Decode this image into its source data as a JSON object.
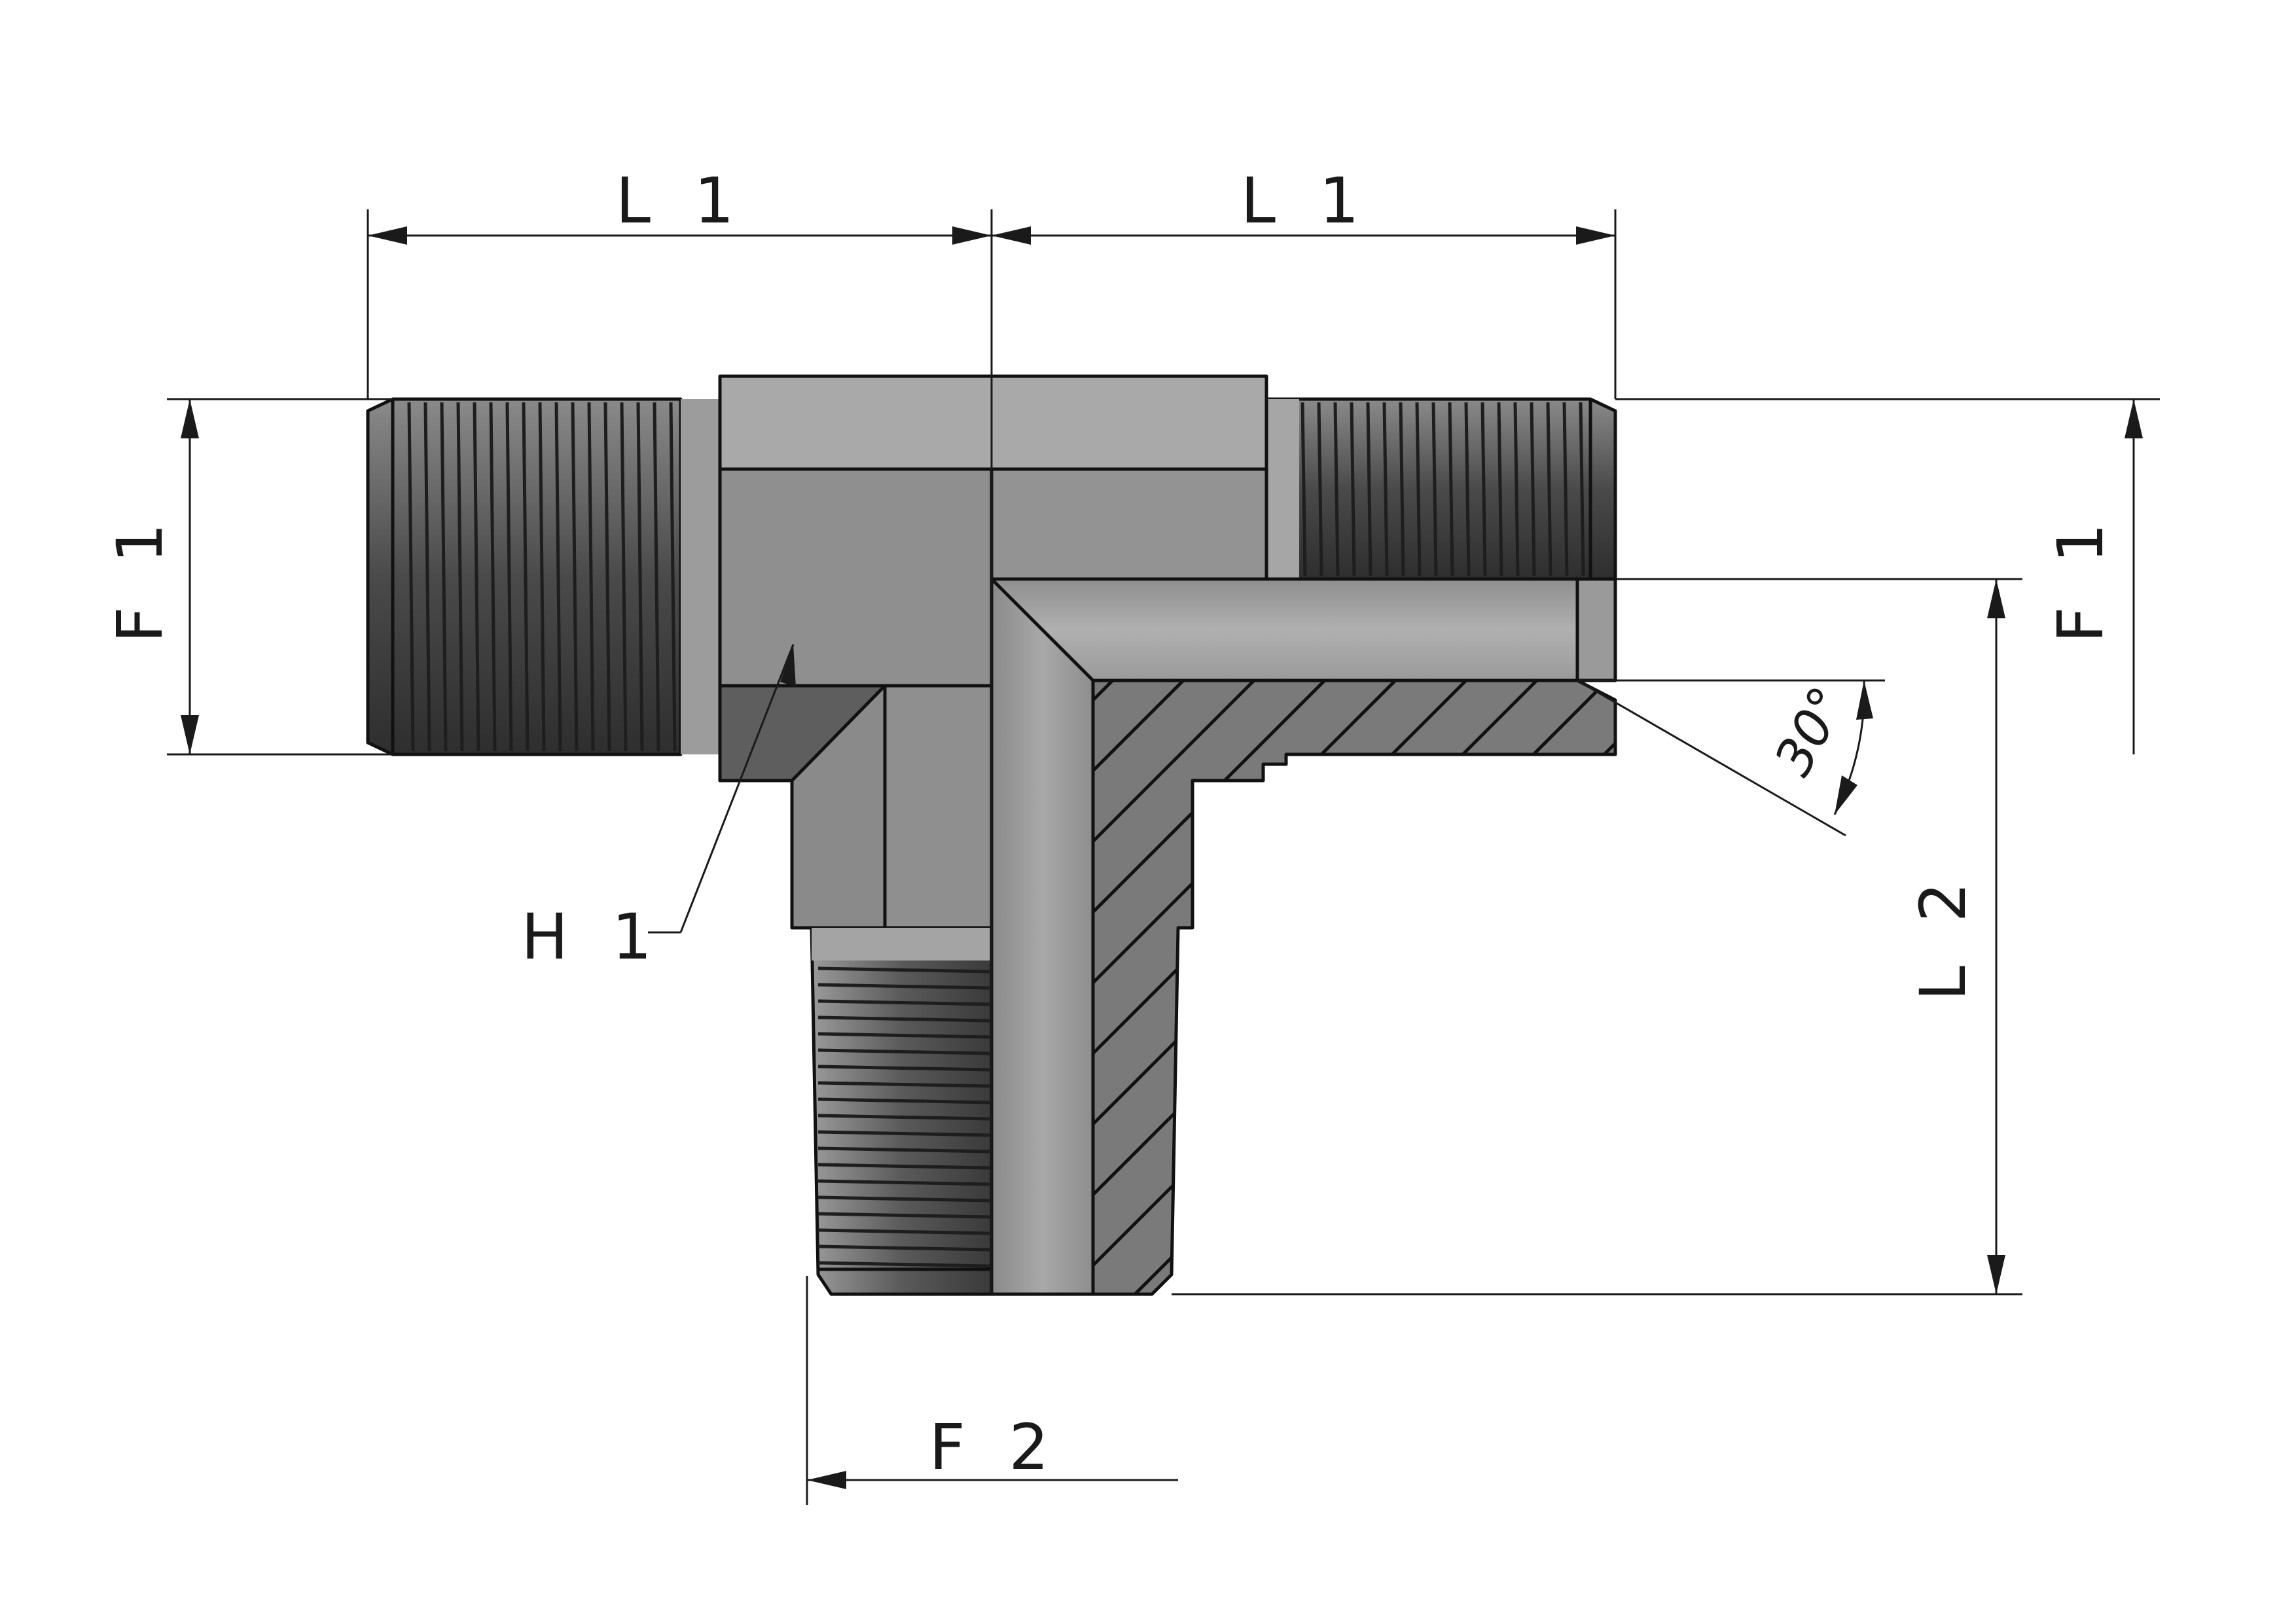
{
  "labels": {
    "l1_left": "L 1",
    "l1_right": "L 1",
    "f1_left": "F 1",
    "f1_right": "F 1",
    "l2": "L 2",
    "h1": "H 1",
    "f2": "F 2",
    "angle": "30°"
  },
  "colors": {
    "background": "#ffffff",
    "line": "#111111",
    "thread_dark": "#3c3c3c",
    "thread_light": "#9a9a9a",
    "body_light": "#a9a9a9",
    "body_mid": "#8f8f8f",
    "body_dark": "#6e6e6e",
    "section_fill": "#777777"
  }
}
